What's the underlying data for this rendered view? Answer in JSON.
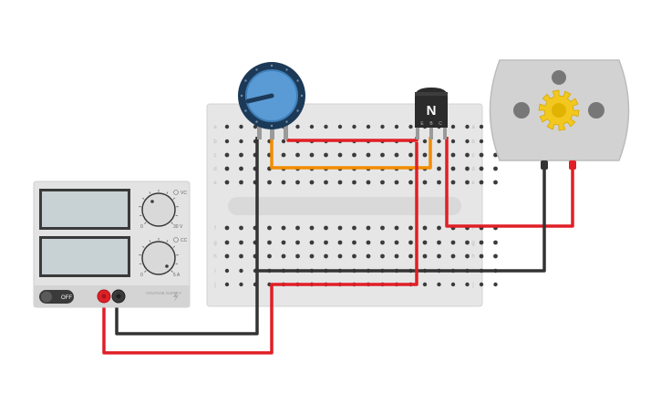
{
  "power_supply": {
    "power_switch_label": "OFF",
    "voltage_knob_label": "VC",
    "current_knob_label": "CC",
    "voltage_min": "0",
    "voltage_max": "30 V",
    "current_min": "0",
    "current_max": "5 A",
    "brand_label": "VOLTAGE SUPPLY"
  },
  "transistor": {
    "type_label": "N",
    "pin_labels": [
      "E",
      "B",
      "C"
    ]
  },
  "breadboard": {
    "row_letters_top": [
      "a",
      "b",
      "c",
      "d",
      "e"
    ],
    "row_letters_bottom": [
      "f",
      "g",
      "h",
      "i",
      "j"
    ],
    "columns": 20
  },
  "colors": {
    "wire_red": "#e01f26",
    "wire_black": "#333333",
    "wire_orange": "#f28c00",
    "pot_blue": "#5b9bd5",
    "pot_dark": "#1c3a57",
    "transistor_body": "#2b2b2b",
    "motor_body": "#d2d2d2",
    "motor_gear": "#f2c81f",
    "board": "#e8e8e8",
    "supply_body": "#e3e3e3",
    "screen": "#c8d1d4"
  }
}
